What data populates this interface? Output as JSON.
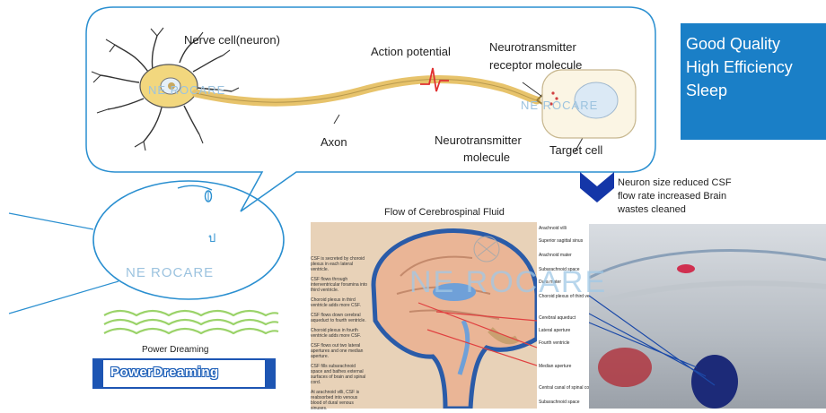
{
  "neuron_diagram": {
    "nerve_cell_label": "Nerve cell(neuron)",
    "action_potential_label": "Action potential",
    "nt_receptor_label_line1": "Neurotransmitter",
    "nt_receptor_label_line2": "receptor molecule",
    "axon_label": "Axon",
    "nt_molecule_label_line1": "Neurotransmitter",
    "nt_molecule_label_line2": "molecule",
    "target_cell_label": "Target cell",
    "watermark": "NE  ROCARE"
  },
  "info_box": {
    "line1": "Good Quality",
    "line2": "High Efficiency",
    "line3": "Sleep",
    "color": "#1a7fc7"
  },
  "arrow_caption": {
    "line1": "Neuron size reduced CSF",
    "line2": "flow rate increased Brain",
    "line3": "wastes cleaned",
    "arrow_color": "#1436a8"
  },
  "csf_figure": {
    "title": "Flow of Cerebrospinal Fluid",
    "watermark": "NE        ROCARE",
    "steps": [
      "CSF is secreted by choroid plexus in each lateral ventricle.",
      "CSF flows through interventricular foramina into third ventricle.",
      "Choroid plexus in third ventricle adds more CSF.",
      "CSF flows down cerebral aqueduct to fourth ventricle.",
      "Choroid plexus in fourth ventricle adds more CSF.",
      "CSF flows out two lateral apertures and one median aperture.",
      "CSF fills subarachnoid space and bathes external surfaces of brain and spinal cord.",
      "At arachnoid villi, CSF is reabsorbed into venous blood of dural venous sinuses."
    ],
    "right_labels": [
      "Arachnoid villi",
      "Superior sagittal sinus",
      "Arachnoid mater",
      "Subarachnoid space",
      "Dura mater",
      "Choroid plexus of third ventricle",
      "Cerebral aqueduct",
      "Lateral aperture",
      "Fourth ventricle",
      "Median aperture",
      "Central canal of spinal cord",
      "Subarachnoid space"
    ]
  },
  "head_icon": {
    "glyph": "ป",
    "watermark": "NE  ROCARE"
  },
  "power_dreaming": {
    "caption": "Power Dreaming",
    "badge_text": "PowerDreaming"
  },
  "colors": {
    "outline_blue": "#2a8fd0",
    "wave_green": "#9bd36a",
    "neuron_body": "#f2d77e"
  }
}
